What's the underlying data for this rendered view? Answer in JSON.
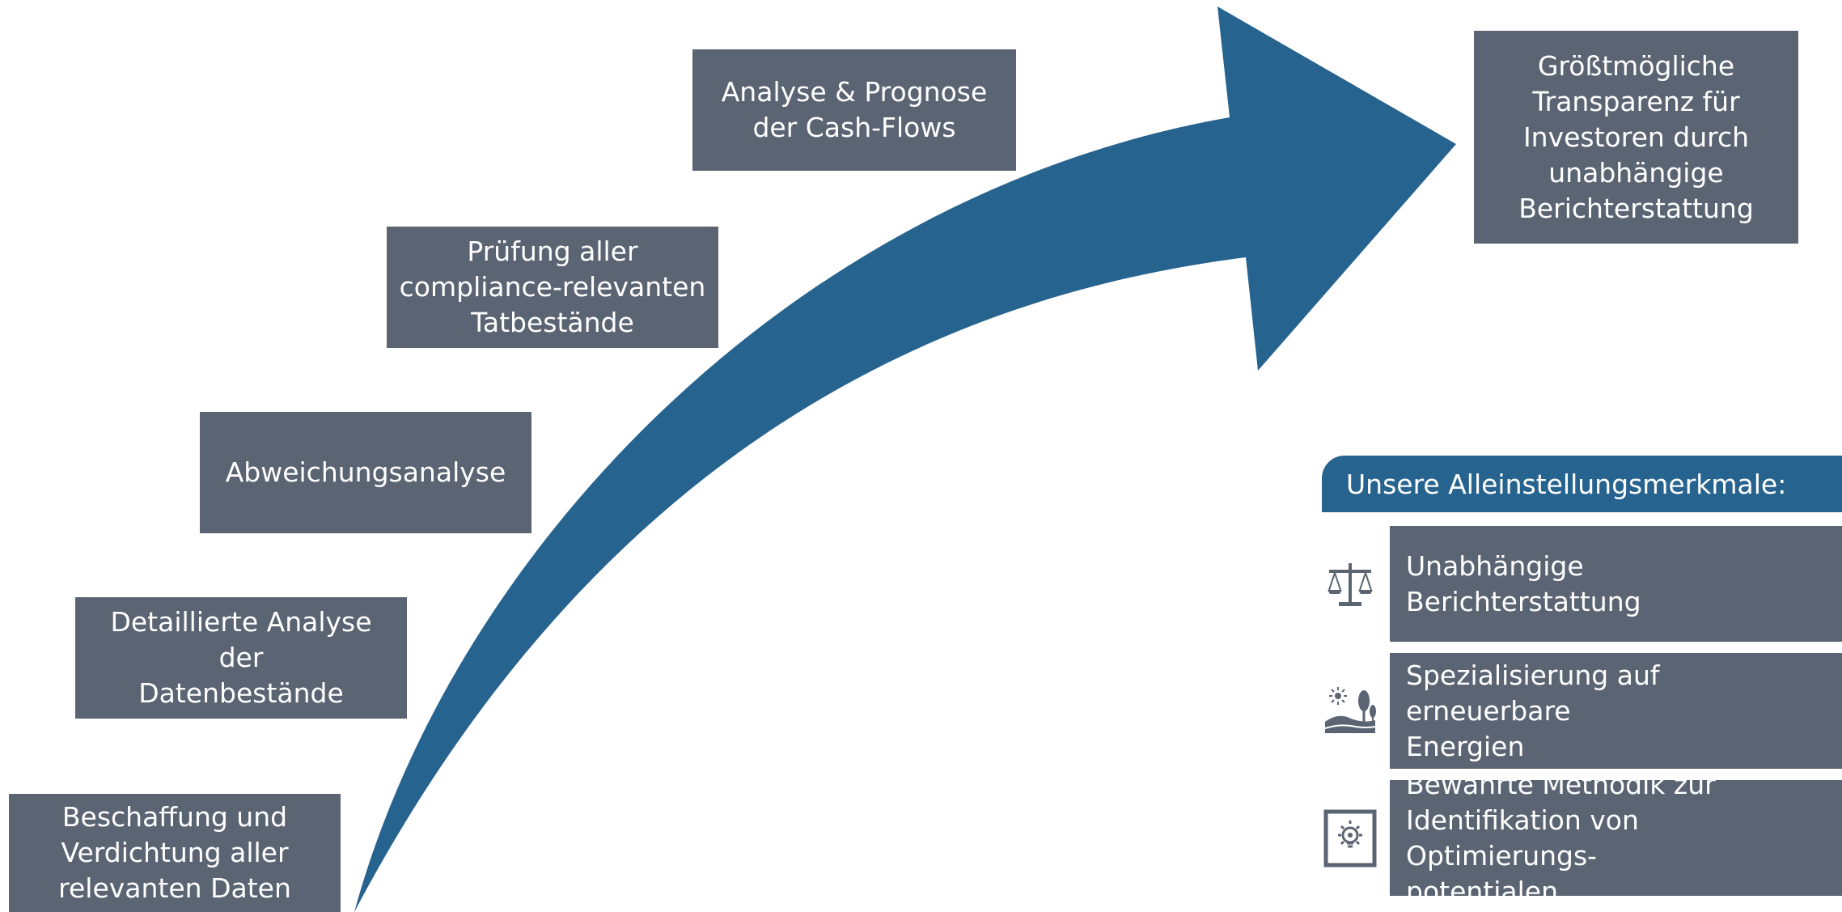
{
  "steps": [
    "Beschaffung und\nVerdichtung aller\nrelevanten Daten",
    "Detaillierte Analyse der\nDatenbestände",
    "Abweichungsanalyse",
    "Prüfung aller\ncompliance-relevanten\nTatbestände",
    "Analyse & Prognose\nder Cash-Flows"
  ],
  "goal": "Größtmögliche\nTransparenz für\nInvestoren durch\nunabhängige\nBerichterstattung",
  "usp": {
    "header": "Unsere Alleinstellungsmerkmale:",
    "items": [
      {
        "icon": "scales-icon",
        "label": "Unabhängige Berichterstattung"
      },
      {
        "icon": "landscape-icon",
        "label": "Spezialisierung auf erneuerbare\nEnergien"
      },
      {
        "icon": "lightbulb-icon",
        "label": "Bewährte Methodik zur\nIdentifikation von Optimierungs-\npotentialen"
      }
    ]
  },
  "colors": {
    "arrow": "#27638f",
    "box": "#5b6472",
    "header": "#27638f",
    "text": "#ffffff"
  }
}
